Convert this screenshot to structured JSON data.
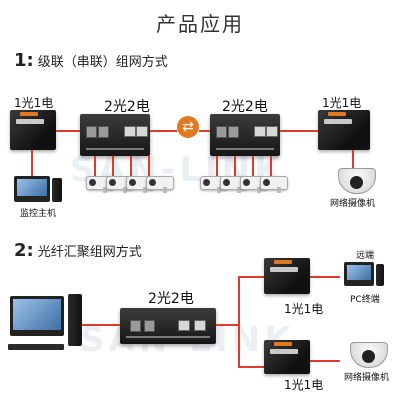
{
  "title": "产品应用",
  "section1": {
    "num": "1:",
    "text": "级联（串联）组网方式"
  },
  "section2": {
    "num": "2:",
    "text": "光纤汇聚组网方式"
  },
  "labels": {
    "left_mc": "1光1电",
    "left_big": "2光2电",
    "right_big": "2光2电",
    "right_mc": "1光1电",
    "monitor_host": "监控主机",
    "network_camera_1": "网络摄像机",
    "sec2_big": "2光2电",
    "sec2_top_mc": "1光1电",
    "sec2_bot_mc": "1光1电",
    "remote": "远端",
    "pc_terminal": "PC终端",
    "network_camera_2": "网络摄像机"
  },
  "watermark": "SAN-LINK",
  "colors": {
    "link_line": "#e03a2a",
    "accent": "#e07a22"
  }
}
